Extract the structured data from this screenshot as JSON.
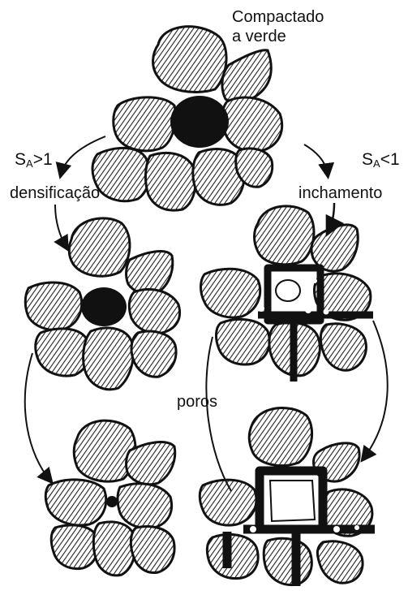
{
  "labels": {
    "green_compact_line1": "Compactado",
    "green_compact_line2": "a verde",
    "densification": "densificação",
    "swelling": "inchamento",
    "pores": "poros",
    "sa_left": {
      "symbol": "S",
      "subscript": "A",
      "relation": ">1"
    },
    "sa_right": {
      "symbol": "S",
      "subscript": "A",
      "relation": "<1"
    }
  },
  "colors": {
    "ink": "#111111",
    "grain_fill": "#cfcfcf",
    "background": "#ffffff"
  }
}
